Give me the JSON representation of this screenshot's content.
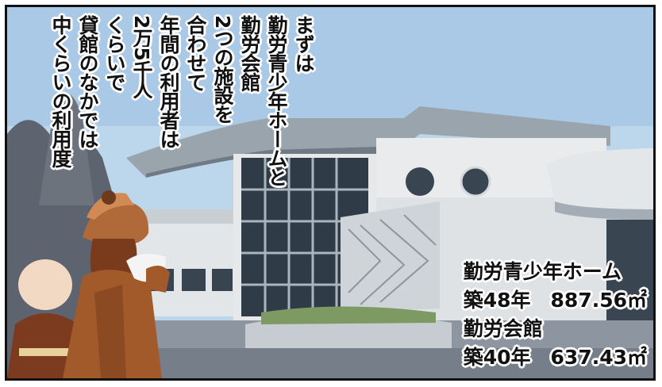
{
  "narration": [
    "まずは",
    "勤労青少年ホームと",
    "勤労会館",
    "2つの施設を",
    "合わせて",
    "年間の利用者は",
    "2万5千人",
    "くらいで",
    "貸館のなかでは",
    "中くらいの利用度"
  ],
  "caption": {
    "line1": "勤労青少年ホーム",
    "line2": "築48年　887.56㎡",
    "line3": "勤労会館",
    "line4": "築40年　637.43㎡"
  },
  "colors": {
    "sky": "#bcd6ec",
    "building": "#e6e8ea",
    "roof": "#8f9aa4",
    "glass": "#2e3a46",
    "coat": "#a35a2a",
    "hair": "#7a3a1c"
  }
}
